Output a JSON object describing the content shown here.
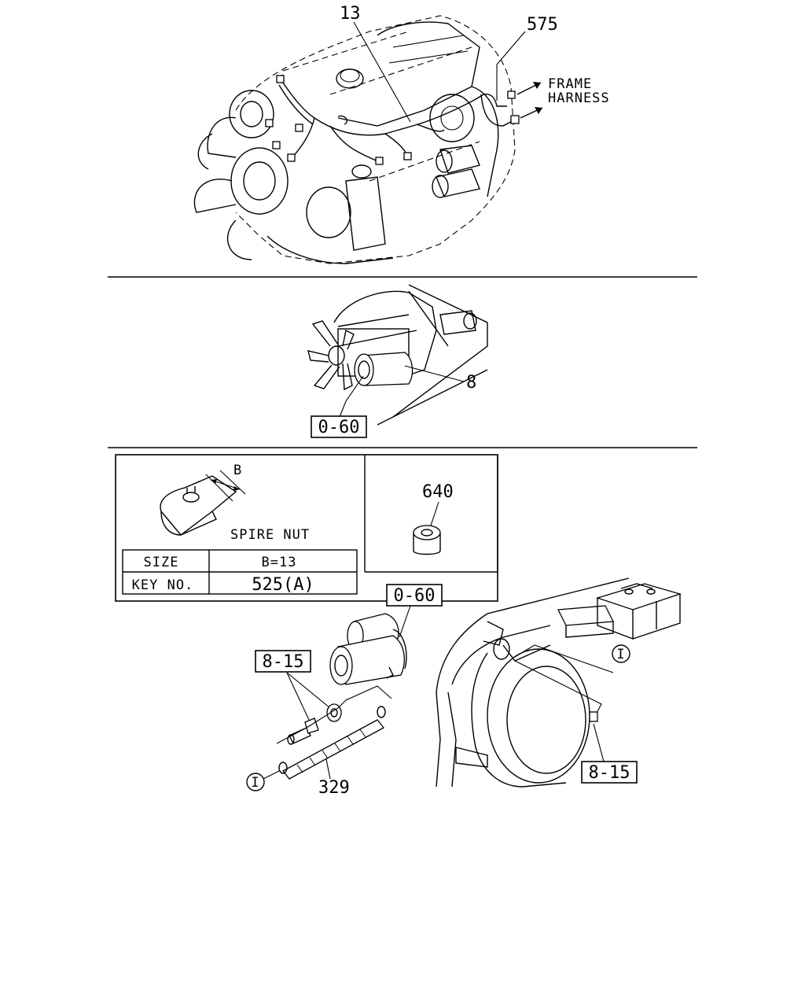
{
  "callouts": {
    "harness_13": "13",
    "harness_575": "575",
    "frame_harness_line1": "FRAME",
    "frame_harness_line2": "HARNESS",
    "starter_8": "8",
    "ref_0_60_a": "0-60",
    "ref_0_60_b": "0-60",
    "ref_8_15_a": "8-15",
    "ref_8_15_b": "8-15",
    "cable_329": "329",
    "nut_640": "640",
    "circle_ref_left": "I",
    "circle_ref_right": "I"
  },
  "spire_nut": {
    "dimension_label": "B",
    "title": "SPIRE NUT",
    "table_headers": [
      "SIZE",
      "KEY NO."
    ],
    "table_values": [
      "B=13",
      "525(A)"
    ]
  }
}
